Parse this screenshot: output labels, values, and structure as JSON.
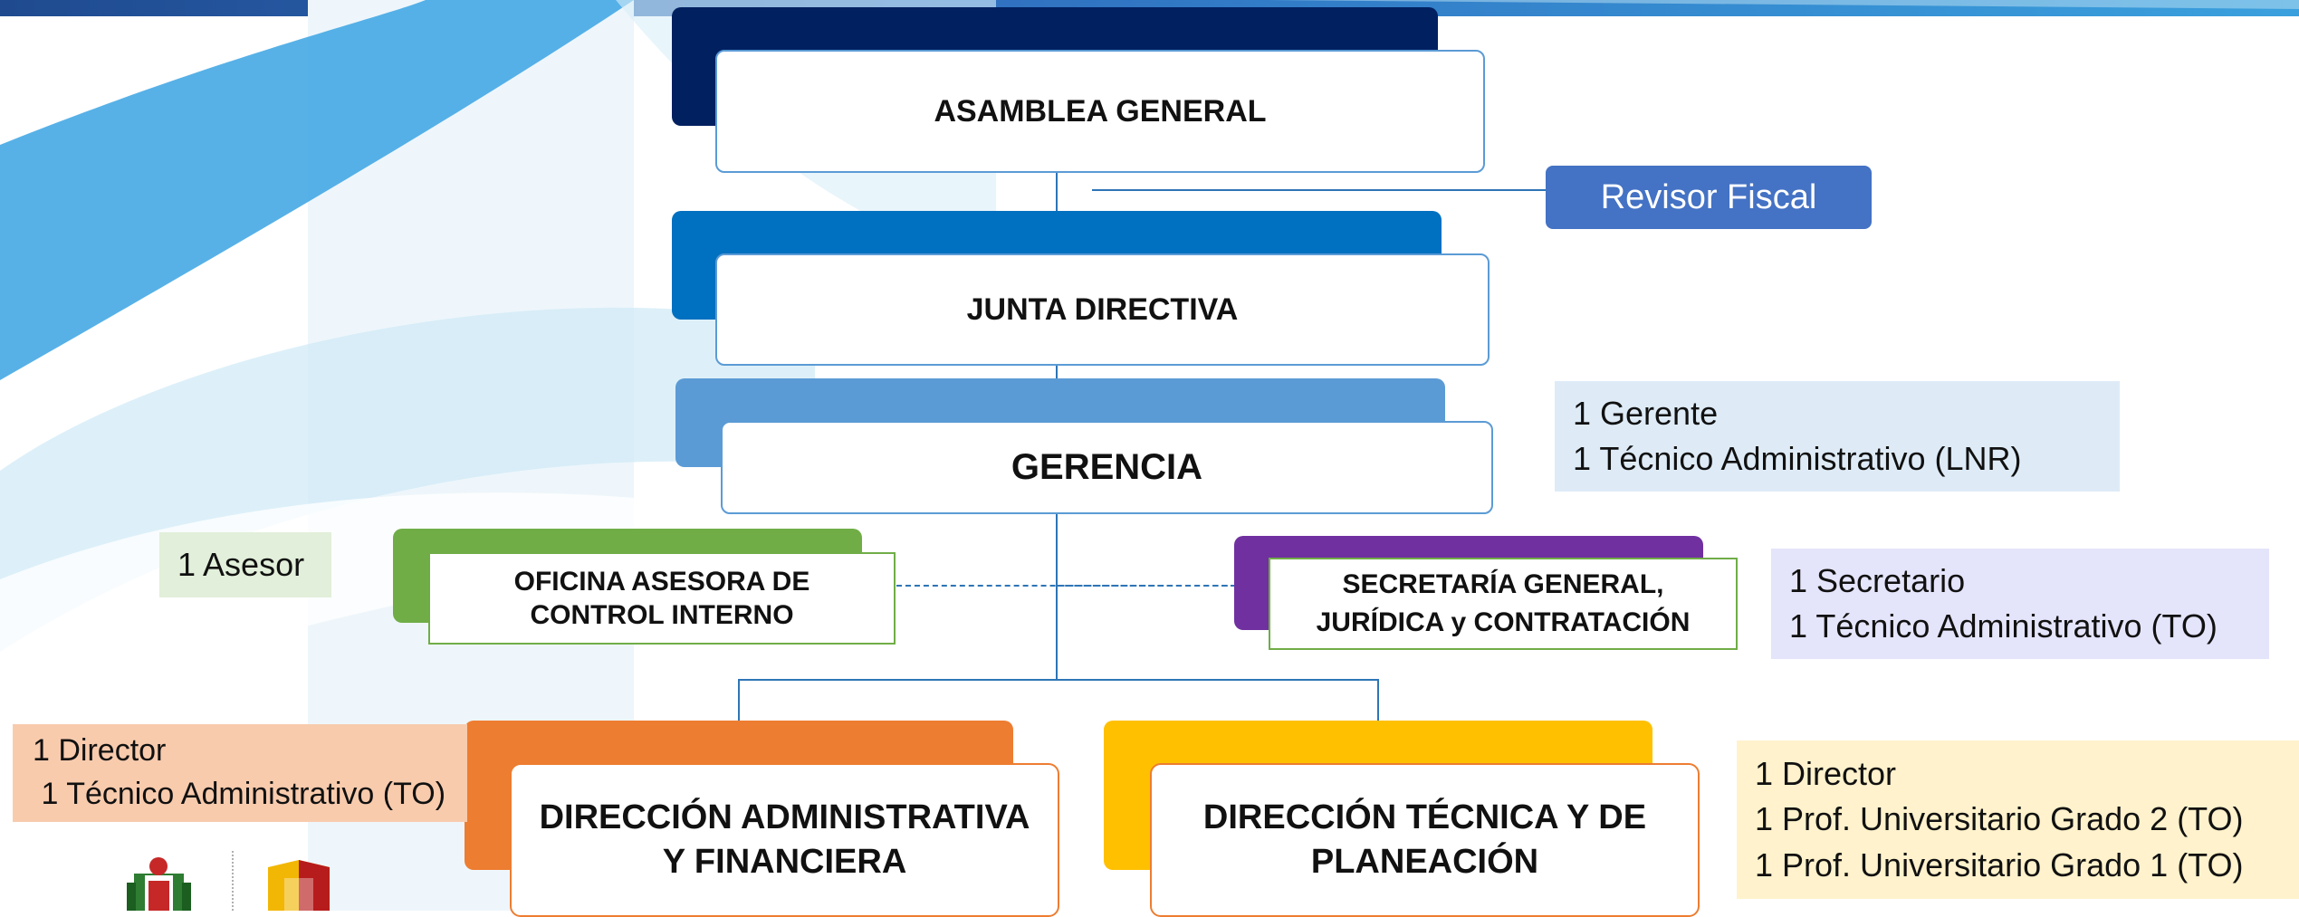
{
  "nodes": {
    "asamblea": "ASAMBLEA GENERAL",
    "revisor": "Revisor Fiscal",
    "junta": "JUNTA DIRECTIVA",
    "gerencia": "GERENCIA",
    "oficina": "OFICINA ASESORA DE CONTROL INTERNO",
    "secretaria": "SECRETARÍA GENERAL, JURÍDICA y CONTRATACIÓN",
    "dir_admin": "DIRECCIÓN ADMINISTRATIVA Y FINANCIERA",
    "dir_tecnica": "DIRECCIÓN TÉCNICA Y DE PLANEACIÓN"
  },
  "staff": {
    "gerencia": [
      "1 Gerente",
      "1 Técnico Administrativo (LNR)"
    ],
    "oficina": [
      "1 Asesor"
    ],
    "secretaria": [
      "1 Secretario",
      "1 Técnico Administrativo (TO)"
    ],
    "dir_admin": [
      "1 Director",
      " 1 Técnico Administrativo (TO)"
    ],
    "dir_tecnica": [
      "1 Director",
      "1 Prof. Universitario Grado 2 (TO)",
      "1 Prof. Universitario Grado 1 (TO)"
    ]
  },
  "colors": {
    "asamblea": "#002060",
    "junta": "#0070c0",
    "gerencia": "#5b9bd5",
    "oficina": "#70ad47",
    "secretaria": "#7030a0",
    "dir_admin": "#ed7d31",
    "dir_tecnica": "#ffc000",
    "revisor": "#4472c4"
  },
  "logos": [
    "crest-logo",
    "shield-logo"
  ]
}
